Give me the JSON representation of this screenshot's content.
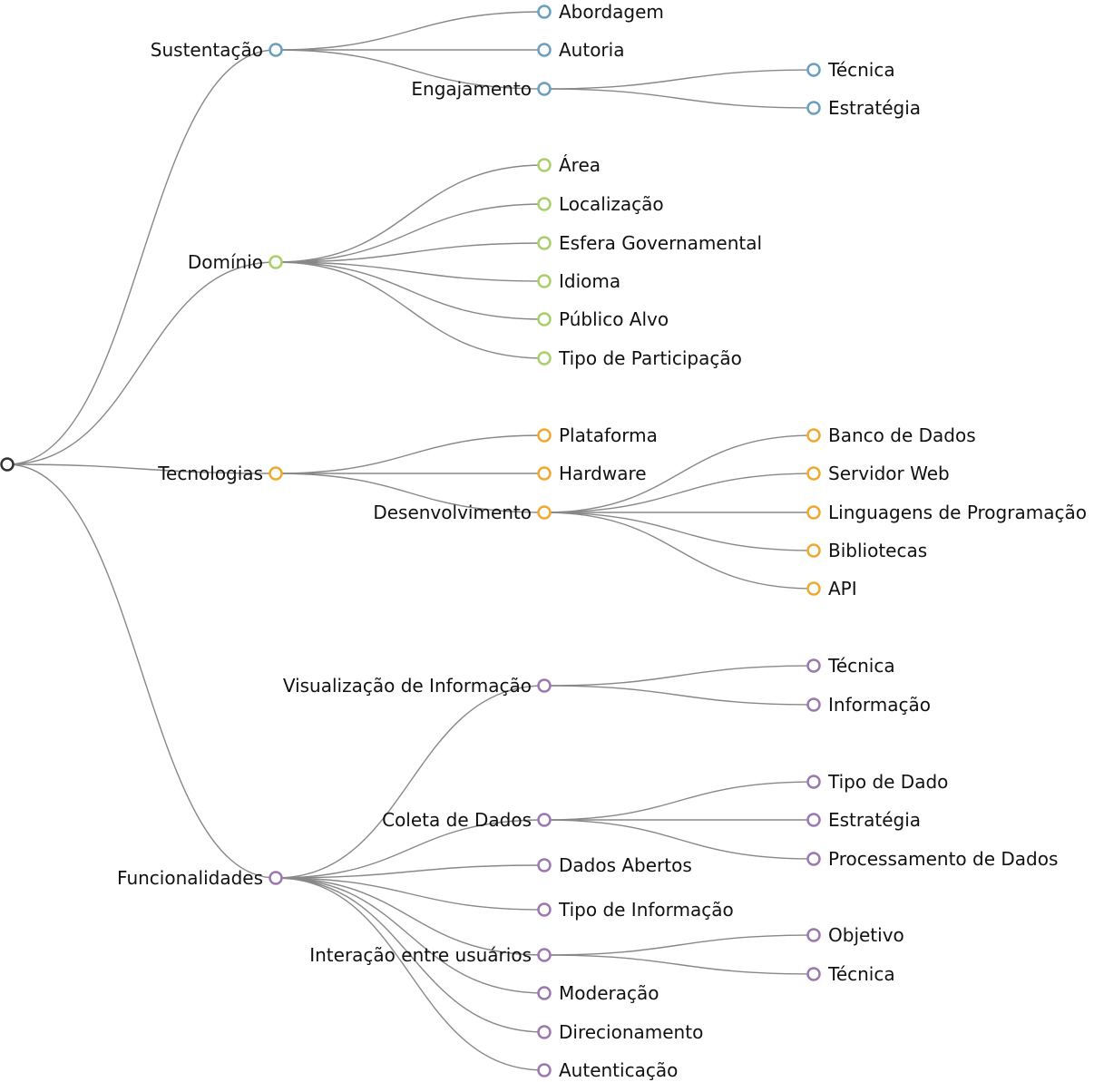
{
  "tree": {
    "root": {
      "label": "",
      "color": "#333333",
      "children": [
        {
          "label": "Sustentação",
          "color": "#6a9fc0",
          "children": [
            {
              "label": "Abordagem"
            },
            {
              "label": "Autoria"
            },
            {
              "label": "Engajamento",
              "children": [
                {
                  "label": "Técnica"
                },
                {
                  "label": "Estratégia"
                }
              ]
            }
          ]
        },
        {
          "label": "Domínio",
          "color": "#a9cf6b",
          "children": [
            {
              "label": "Área"
            },
            {
              "label": "Localização"
            },
            {
              "label": "Esfera Governamental"
            },
            {
              "label": "Idioma"
            },
            {
              "label": "Público Alvo"
            },
            {
              "label": "Tipo de Participação"
            }
          ]
        },
        {
          "label": "Tecnologias",
          "color": "#f0a830",
          "children": [
            {
              "label": "Plataforma"
            },
            {
              "label": "Hardware"
            },
            {
              "label": "Desenvolvimento",
              "children": [
                {
                  "label": "Banco de Dados"
                },
                {
                  "label": "Servidor Web"
                },
                {
                  "label": "Linguagens de Programação"
                },
                {
                  "label": "Bibliotecas"
                },
                {
                  "label": "API"
                }
              ]
            }
          ]
        },
        {
          "label": "Funcionalidades",
          "color": "#9b78b0",
          "children": [
            {
              "label": "Visualização de Informação",
              "children": [
                {
                  "label": "Técnica"
                },
                {
                  "label": "Informação"
                }
              ]
            },
            {
              "label": "Coleta de Dados",
              "children": [
                {
                  "label": "Tipo de Dado"
                },
                {
                  "label": "Estratégia"
                },
                {
                  "label": "Processamento de Dados"
                }
              ]
            },
            {
              "label": "Dados Abertos"
            },
            {
              "label": "Tipo de Informação"
            },
            {
              "label": "Interação entre usuários",
              "children": [
                {
                  "label": "Objetivo"
                },
                {
                  "label": "Técnica"
                }
              ]
            },
            {
              "label": "Moderação"
            },
            {
              "label": "Direcionamento"
            },
            {
              "label": "Autenticação"
            }
          ]
        }
      ]
    }
  }
}
